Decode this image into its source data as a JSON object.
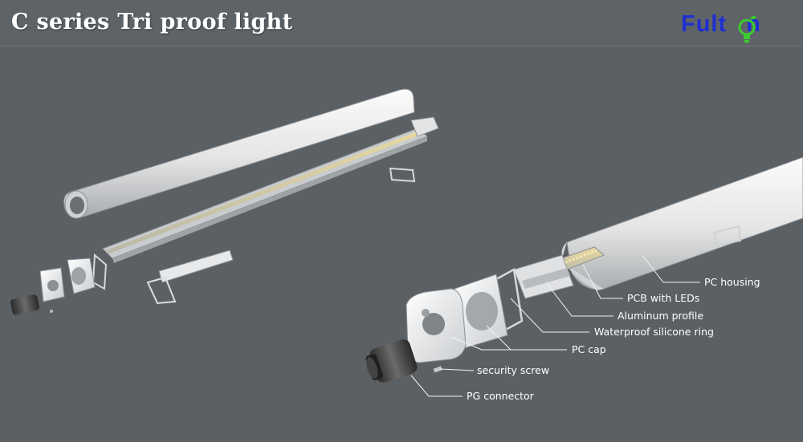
{
  "header": {
    "title": "C series Tri proof light",
    "logo_text_left": "Fult",
    "logo_text_right": "n",
    "logo_icon": "lightbulb-icon",
    "logo_color": "#1f2fd0",
    "logo_accent": "#3ccc2f"
  },
  "labels": {
    "pc_housing": "PC housing",
    "pcb_leds": "PCB with LEDs",
    "aluminum_profile": "Aluminum profile",
    "silicone_ring": "Waterproof silicone ring",
    "pc_cap": "PC cap",
    "security_screw": "security screw",
    "pg_connector": "PG connector"
  }
}
